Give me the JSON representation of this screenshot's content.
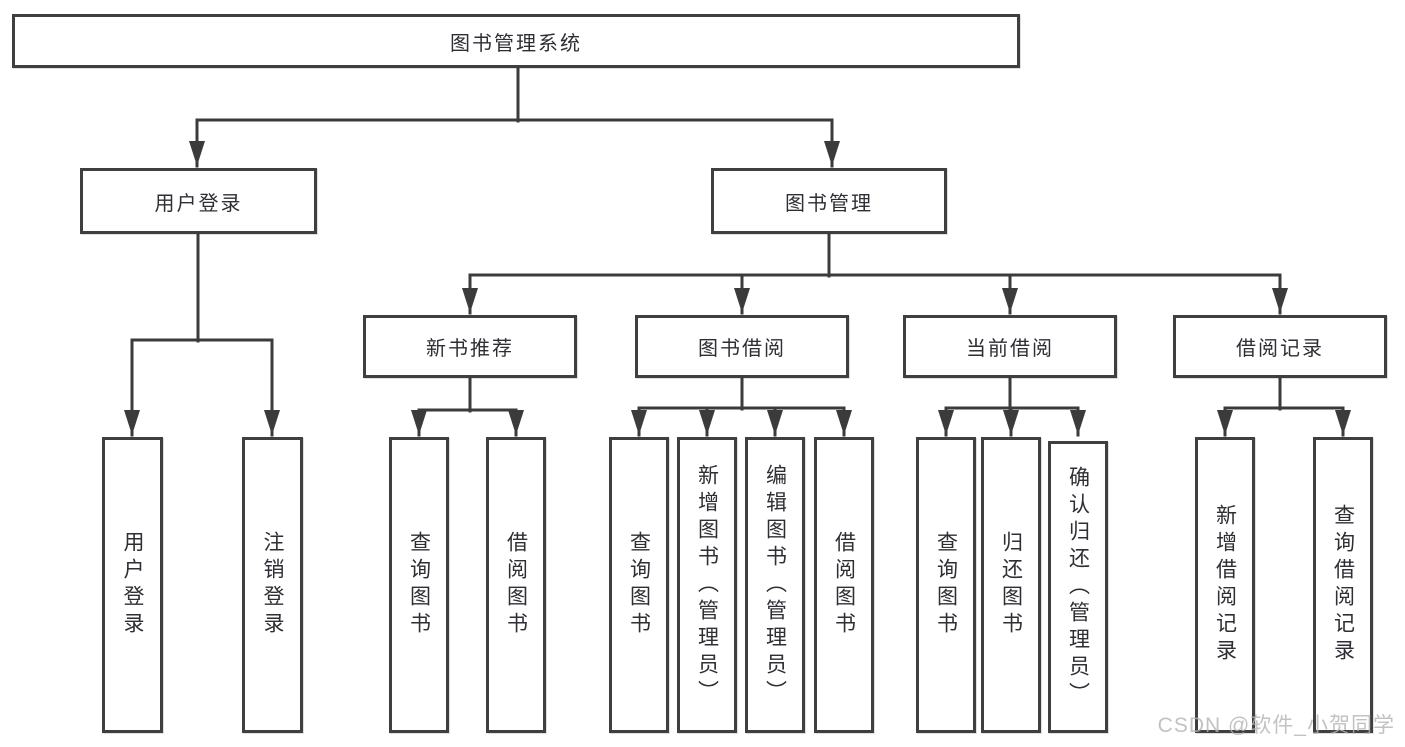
{
  "diagram_type": "hierarchy-tree",
  "tree": {
    "label": "图书管理系统",
    "children": [
      {
        "label": "用户登录",
        "children": [
          {
            "label": "用户登录"
          },
          {
            "label": "注销登录"
          }
        ]
      },
      {
        "label": "图书管理",
        "children": [
          {
            "label": "新书推荐",
            "children": [
              {
                "label": "查询图书"
              },
              {
                "label": "借阅图书"
              }
            ]
          },
          {
            "label": "图书借阅",
            "children": [
              {
                "label": "查询图书"
              },
              {
                "label": "新增图书（管理员）"
              },
              {
                "label": "编辑图书（管理员）"
              },
              {
                "label": "借阅图书"
              }
            ]
          },
          {
            "label": "当前借阅",
            "children": [
              {
                "label": "查询图书"
              },
              {
                "label": "归还图书"
              },
              {
                "label": "确认归还（管理员）"
              }
            ]
          },
          {
            "label": "借阅记录",
            "children": [
              {
                "label": "新增借阅记录"
              },
              {
                "label": "查询借阅记录"
              }
            ]
          }
        ]
      }
    ]
  },
  "watermark": {
    "text": "CSDN @软件_小贺同学"
  },
  "colors": {
    "border": "#3f3f3f",
    "line": "#3b3b3b",
    "text": "#2e2e34",
    "wm": "#b3b3b3",
    "bg": "#ffffff"
  }
}
